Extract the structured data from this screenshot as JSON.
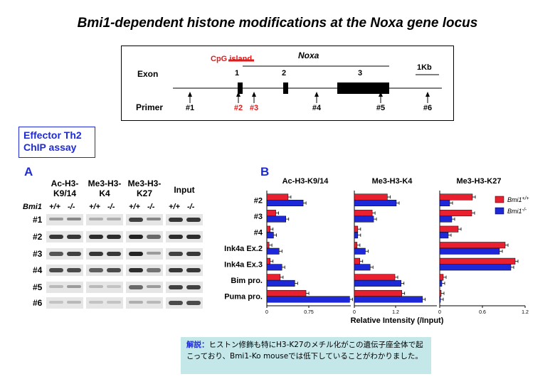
{
  "title": "Bmi1-dependent histone modifications at the Noxa gene locus",
  "gene_diagram": {
    "gene_name": "Noxa",
    "cpg_label": "CpG island",
    "exon_label": "Exon",
    "primer_label": "Primer",
    "scale_label": "1Kb",
    "exons": [
      "1",
      "2",
      "3"
    ],
    "primers": [
      {
        "label": "#1",
        "highlight": false
      },
      {
        "label": "#2",
        "highlight": true
      },
      {
        "label": "#3",
        "highlight": true
      },
      {
        "label": "#4",
        "highlight": false
      },
      {
        "label": "#5",
        "highlight": false
      },
      {
        "label": "#6",
        "highlight": false
      }
    ],
    "highlight_color": "#e01b1b"
  },
  "effector": {
    "line1": "Effector Th2",
    "line2": "ChIP assay"
  },
  "panel_a": {
    "letter": "A",
    "genotype_row_label": "Bmi1",
    "columns": [
      {
        "line1": "Ac-H3-",
        "line2": "K9/14"
      },
      {
        "line1": "Me3-H3-",
        "line2": "K4"
      },
      {
        "line1": "Me3-H3-",
        "line2": "K27"
      },
      {
        "line1": "Input",
        "line2": ""
      }
    ],
    "genotypes": [
      "+/+",
      "-/-"
    ],
    "rows": [
      "#1",
      "#2",
      "#3",
      "#4",
      "#5",
      "#6"
    ],
    "band_intensity": [
      [
        [
          0.35,
          0.45
        ],
        [
          0.25,
          0.25
        ],
        [
          0.8,
          0.45
        ],
        [
          0.85,
          0.85
        ]
      ],
      [
        [
          0.85,
          0.85
        ],
        [
          0.9,
          0.9
        ],
        [
          0.95,
          0.6
        ],
        [
          0.9,
          0.9
        ]
      ],
      [
        [
          0.7,
          0.8
        ],
        [
          0.85,
          0.85
        ],
        [
          0.95,
          0.35
        ],
        [
          0.8,
          0.85
        ]
      ],
      [
        [
          0.75,
          0.75
        ],
        [
          0.65,
          0.75
        ],
        [
          0.9,
          0.55
        ],
        [
          0.85,
          0.85
        ]
      ],
      [
        [
          0.2,
          0.35
        ],
        [
          0.2,
          0.15
        ],
        [
          0.6,
          0.35
        ],
        [
          0.8,
          0.8
        ]
      ],
      [
        [
          0.15,
          0.2
        ],
        [
          0.15,
          0.15
        ],
        [
          0.25,
          0.2
        ],
        [
          0.75,
          0.75
        ]
      ]
    ]
  },
  "panel_b": {
    "letter": "B"
  },
  "chart_data": {
    "type": "bar",
    "orientation": "horizontal",
    "categories": [
      "#2",
      "#3",
      "#4",
      "Ink4a Ex.2",
      "Ink4a Ex.3",
      "Bim pro.",
      "Puma pro."
    ],
    "xlabel": "Relative Intensity (/Input)",
    "legend": {
      "placement": "top-right",
      "entries": [
        "Bmi1+/+",
        "Bmi1-/-"
      ],
      "colors": [
        "#e8202f",
        "#1d28d8"
      ]
    },
    "panels": [
      {
        "title": "Ac-H3-K9/14",
        "xlim": [
          0,
          1.5
        ],
        "xticks": [
          "0",
          "0.75"
        ],
        "series": [
          {
            "name": "Bmi1+/+",
            "values": [
              0.38,
              0.16,
              0.06,
              0.04,
              0.06,
              0.24,
              0.7
            ]
          },
          {
            "name": "Bmi1-/-",
            "values": [
              0.65,
              0.34,
              0.12,
              0.22,
              0.27,
              0.5,
              1.48
            ]
          }
        ]
      },
      {
        "title": "Me3-H3-K4",
        "xlim": [
          0,
          2.4
        ],
        "xticks": [
          "0",
          "1.2"
        ],
        "series": [
          {
            "name": "Bmi1+/+",
            "values": [
              0.96,
              0.52,
              0.1,
              0.08,
              0.16,
              1.18,
              1.38
            ]
          },
          {
            "name": "Bmi1-/-",
            "values": [
              1.22,
              0.56,
              0.1,
              0.32,
              0.46,
              1.36,
              1.98
            ]
          }
        ]
      },
      {
        "title": "Me3-H3-K27",
        "xlim": [
          0,
          1.2
        ],
        "xticks": [
          "0",
          "0.6",
          "1.2"
        ],
        "series": [
          {
            "name": "Bmi1+/+",
            "values": [
              0.46,
              0.45,
              0.26,
              0.92,
              1.06,
              0.05,
              0.02
            ]
          },
          {
            "name": "Bmi1-/-",
            "values": [
              0.14,
              0.17,
              0.12,
              0.84,
              1.0,
              0.03,
              0.01
            ]
          }
        ]
      }
    ]
  },
  "note": {
    "keyword": "解説：",
    "text": "ヒストン修飾も特にH3-K27のメチル化がこの遺伝子座全体で起こっており、Bmi1-Ko mouseでは低下していることがわかりました。"
  }
}
